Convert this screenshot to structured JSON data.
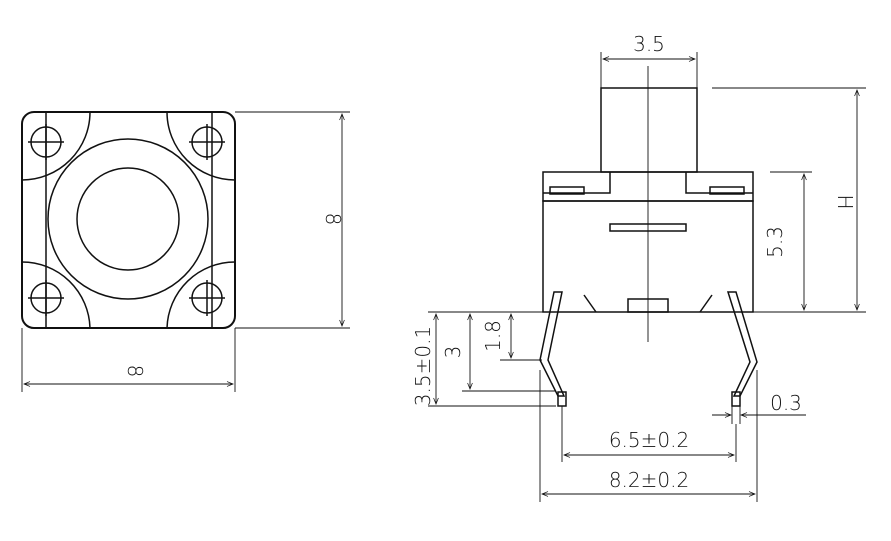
{
  "dimensions": {
    "top_view_height": "8",
    "top_view_width": "8",
    "actuator_width": "3.5",
    "total_height": "H",
    "body_height": "5.3",
    "lead_bend_height": "1.8",
    "lead_mid_height": "3",
    "lead_length": "3.5±0.1",
    "lead_thickness": "0.3",
    "lead_spacing": "6.5±0.2",
    "overall_width": "8.2±0.2"
  },
  "colors": {
    "line": "#111111",
    "background": "#ffffff"
  }
}
